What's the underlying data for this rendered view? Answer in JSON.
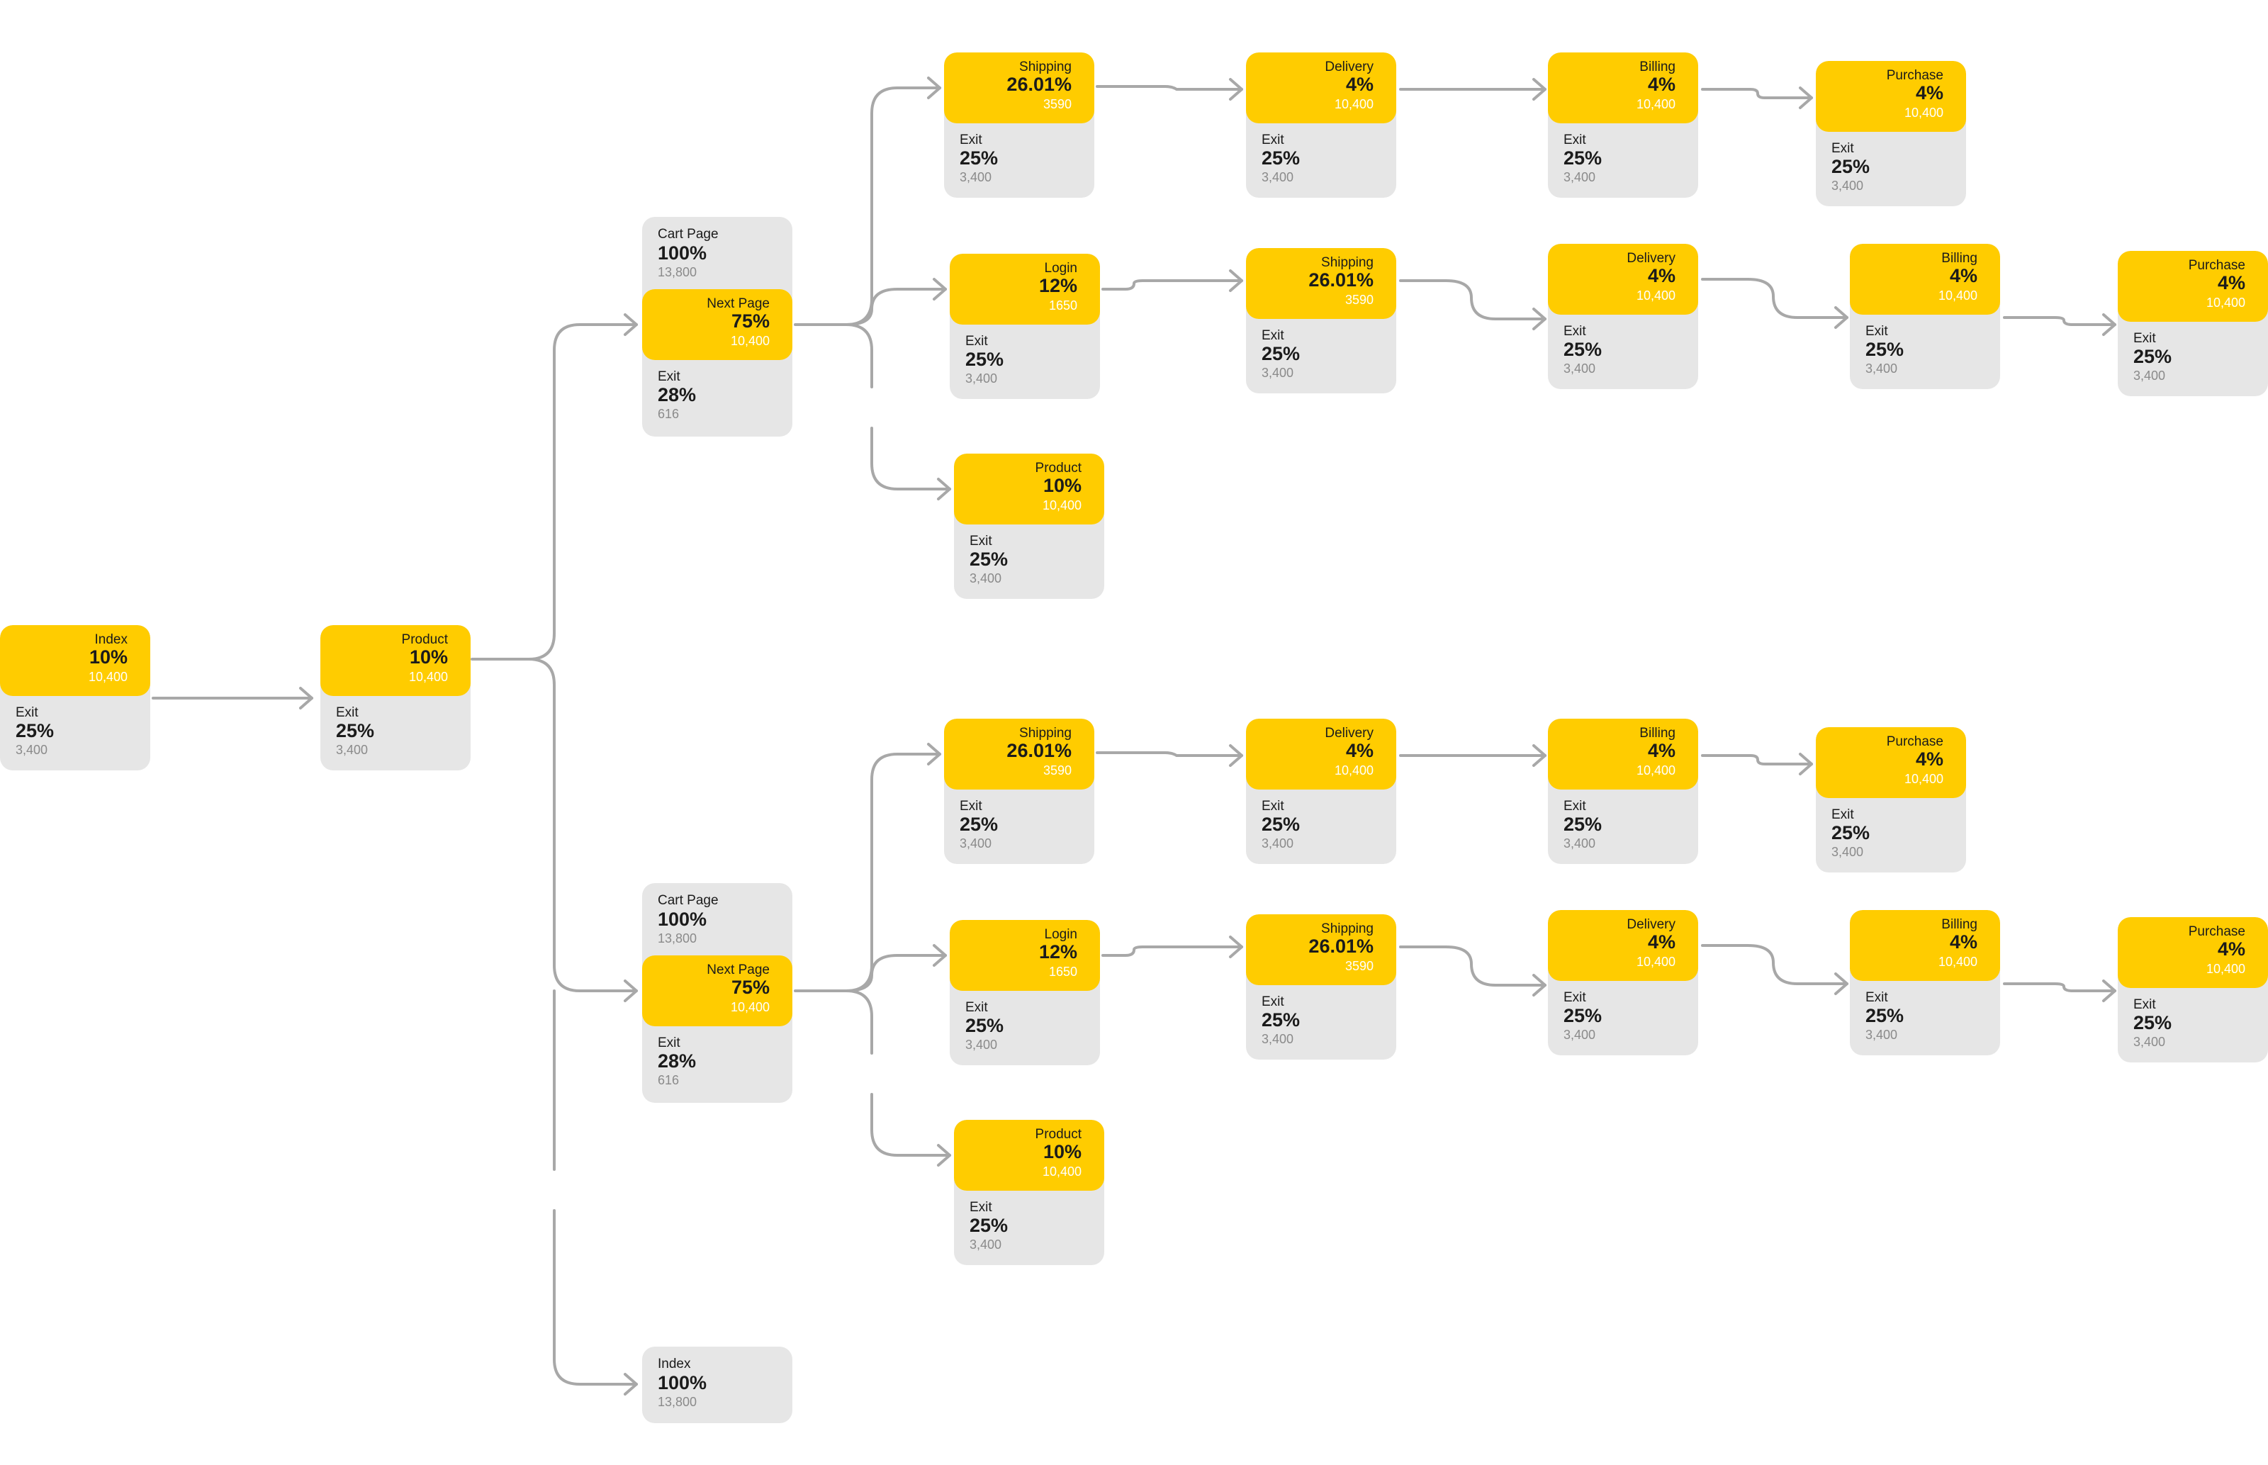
{
  "colors": {
    "accent": "#ffcc00",
    "card": "#e6e6e6",
    "connector": "#a8a8a8",
    "count_muted": "#8a8a8a"
  },
  "index": {
    "label": "Index",
    "pct": "10%",
    "count": "10,400",
    "exit": {
      "label": "Exit",
      "pct": "25%",
      "count": "3,400"
    }
  },
  "product": {
    "label": "Product",
    "pct": "10%",
    "count": "10,400",
    "exit": {
      "label": "Exit",
      "pct": "25%",
      "count": "3,400"
    }
  },
  "index_bottom": {
    "label": "Index",
    "pct": "100%",
    "count": "13,800"
  },
  "branches": [
    {
      "cart": {
        "label": "Cart Page",
        "pct": "100%",
        "count": "13,800"
      },
      "next": {
        "label": "Next Page",
        "pct": "75%",
        "count": "10,400"
      },
      "exit": {
        "label": "Exit",
        "pct": "28%",
        "count": "616"
      },
      "row1": [
        {
          "label": "Shipping",
          "pct": "26.01%",
          "count": "3590",
          "exit": {
            "label": "Exit",
            "pct": "25%",
            "count": "3,400"
          }
        },
        {
          "label": "Delivery",
          "pct": "4%",
          "count": "10,400",
          "exit": {
            "label": "Exit",
            "pct": "25%",
            "count": "3,400"
          }
        },
        {
          "label": "Billing",
          "pct": "4%",
          "count": "10,400",
          "exit": {
            "label": "Exit",
            "pct": "25%",
            "count": "3,400"
          }
        },
        {
          "label": "Purchase",
          "pct": "4%",
          "count": "10,400",
          "exit": {
            "label": "Exit",
            "pct": "25%",
            "count": "3,400"
          }
        }
      ],
      "row2": [
        {
          "label": "Login",
          "pct": "12%",
          "count": "1650",
          "exit": {
            "label": "Exit",
            "pct": "25%",
            "count": "3,400"
          }
        },
        {
          "label": "Shipping",
          "pct": "26.01%",
          "count": "3590",
          "exit": {
            "label": "Exit",
            "pct": "25%",
            "count": "3,400"
          }
        },
        {
          "label": "Delivery",
          "pct": "4%",
          "count": "10,400",
          "exit": {
            "label": "Exit",
            "pct": "25%",
            "count": "3,400"
          }
        },
        {
          "label": "Billing",
          "pct": "4%",
          "count": "10,400",
          "exit": {
            "label": "Exit",
            "pct": "25%",
            "count": "3,400"
          }
        },
        {
          "label": "Purchase",
          "pct": "4%",
          "count": "10,400",
          "exit": {
            "label": "Exit",
            "pct": "25%",
            "count": "3,400"
          }
        }
      ],
      "row3": [
        {
          "label": "Product",
          "pct": "10%",
          "count": "10,400",
          "exit": {
            "label": "Exit",
            "pct": "25%",
            "count": "3,400"
          }
        }
      ]
    },
    {
      "cart": {
        "label": "Cart Page",
        "pct": "100%",
        "count": "13,800"
      },
      "next": {
        "label": "Next Page",
        "pct": "75%",
        "count": "10,400"
      },
      "exit": {
        "label": "Exit",
        "pct": "28%",
        "count": "616"
      },
      "row1": [
        {
          "label": "Shipping",
          "pct": "26.01%",
          "count": "3590",
          "exit": {
            "label": "Exit",
            "pct": "25%",
            "count": "3,400"
          }
        },
        {
          "label": "Delivery",
          "pct": "4%",
          "count": "10,400",
          "exit": {
            "label": "Exit",
            "pct": "25%",
            "count": "3,400"
          }
        },
        {
          "label": "Billing",
          "pct": "4%",
          "count": "10,400",
          "exit": {
            "label": "Exit",
            "pct": "25%",
            "count": "3,400"
          }
        },
        {
          "label": "Purchase",
          "pct": "4%",
          "count": "10,400",
          "exit": {
            "label": "Exit",
            "pct": "25%",
            "count": "3,400"
          }
        }
      ],
      "row2": [
        {
          "label": "Login",
          "pct": "12%",
          "count": "1650",
          "exit": {
            "label": "Exit",
            "pct": "25%",
            "count": "3,400"
          }
        },
        {
          "label": "Shipping",
          "pct": "26.01%",
          "count": "3590",
          "exit": {
            "label": "Exit",
            "pct": "25%",
            "count": "3,400"
          }
        },
        {
          "label": "Delivery",
          "pct": "4%",
          "count": "10,400",
          "exit": {
            "label": "Exit",
            "pct": "25%",
            "count": "3,400"
          }
        },
        {
          "label": "Billing",
          "pct": "4%",
          "count": "10,400",
          "exit": {
            "label": "Exit",
            "pct": "25%",
            "count": "3,400"
          }
        },
        {
          "label": "Purchase",
          "pct": "4%",
          "count": "10,400",
          "exit": {
            "label": "Exit",
            "pct": "25%",
            "count": "3,400"
          }
        }
      ],
      "row3": [
        {
          "label": "Product",
          "pct": "10%",
          "count": "10,400",
          "exit": {
            "label": "Exit",
            "pct": "25%",
            "count": "3,400"
          }
        }
      ]
    }
  ]
}
